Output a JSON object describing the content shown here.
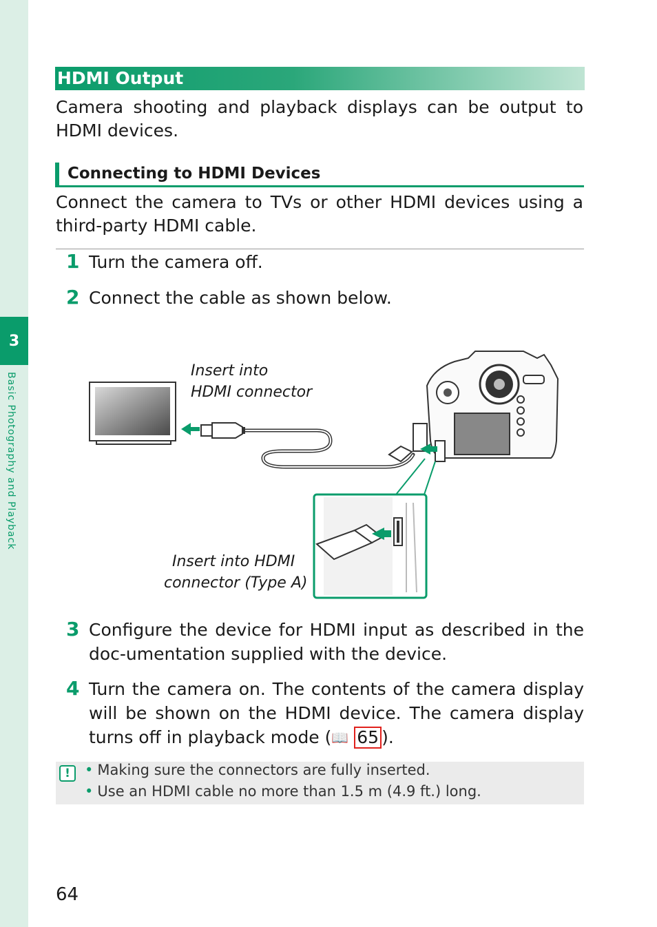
{
  "side": {
    "chapter_number": "3",
    "chapter_title": "Basic Photography and Playback"
  },
  "section": {
    "title": "HDMI Output",
    "intro": "Camera shooting and playback displays can be output to HDMI devices."
  },
  "subsection": {
    "title": "Connecting to HDMI Devices",
    "text": "Connect the camera to TVs or other HDMI devices using a third-party HDMI cable."
  },
  "steps": [
    {
      "num": "1",
      "text": "Turn the camera off."
    },
    {
      "num": "2",
      "text": "Connect the cable as shown below."
    },
    {
      "num": "3",
      "text": "Configure the device for HDMI input as described in the doc-umentation supplied with the device."
    },
    {
      "num": "4",
      "text_before": "Turn the camera on.  The contents of the camera display will be shown on the HDMI device. The camera display turns off in playback mode (",
      "page_ref": "65",
      "text_after": ")."
    }
  ],
  "diagram": {
    "caption_tv_line1": "Insert into",
    "caption_tv_line2": "HDMI connector",
    "caption_camera_line1": "Insert into HDMI",
    "caption_camera_line2": "connector (Type A)"
  },
  "notes": [
    "Making sure the connectors are fully inserted.",
    "Use an HDMI cable no more than 1.5 m (4.9 ft.) long."
  ],
  "note_icon": "caution-icon",
  "page_number": "64",
  "colors": {
    "accent": "#0a9c6b",
    "page_ref_box": "#e0201b"
  }
}
